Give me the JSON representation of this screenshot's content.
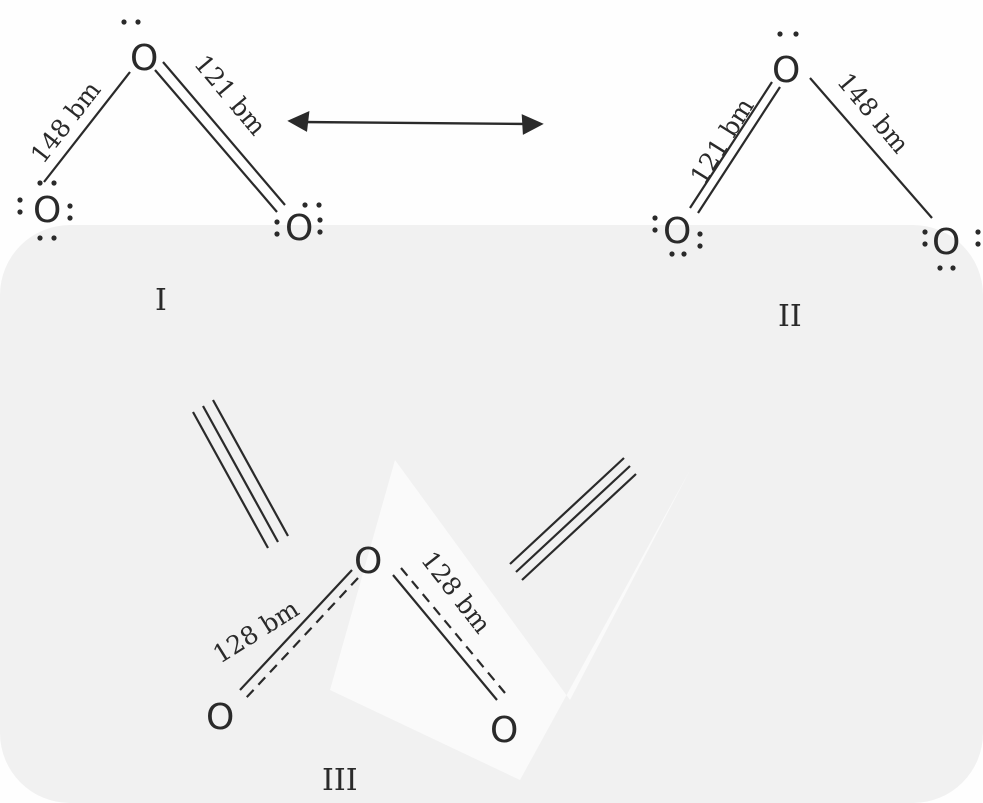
{
  "diagram": {
    "structures": [
      {
        "id": "I",
        "label": "I",
        "bond_left_label": "148 bm",
        "bond_right_label": "121 bm"
      },
      {
        "id": "II",
        "label": "II",
        "bond_left_label": "121 bm",
        "bond_right_label": "148 bm"
      },
      {
        "id": "III",
        "label": "III",
        "bond_left_label": "128 bm",
        "bond_right_label": "128 bm"
      }
    ],
    "atom_symbol": "O",
    "colors": {
      "ink": "#2a2a2a",
      "watermark": "#ececec"
    }
  }
}
